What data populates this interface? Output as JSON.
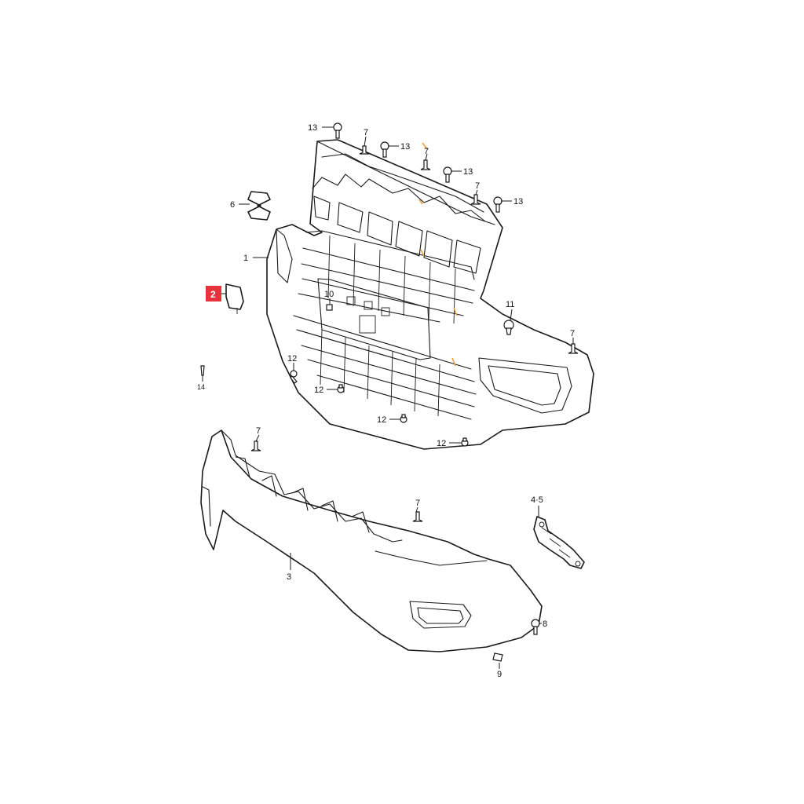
{
  "callouts": {
    "c1": "1",
    "c2": "2",
    "c3": "3",
    "c4_5": "4·5",
    "c6": "6",
    "c7a": "7",
    "c7b": "7",
    "c7c": "7",
    "c7d": "7",
    "c7e": "7",
    "c7f": "7",
    "c8": "8",
    "c9": "9",
    "c10": "10",
    "c11": "11",
    "c12a": "12",
    "c12b": "12",
    "c12c": "12",
    "c12d": "12",
    "c13a": "13",
    "c13b": "13",
    "c13c": "13",
    "c13d": "13",
    "c14": "14"
  },
  "colors": {
    "highlight": "#e5323b",
    "line": "#1a1a1a",
    "accent": "#e8a040"
  }
}
